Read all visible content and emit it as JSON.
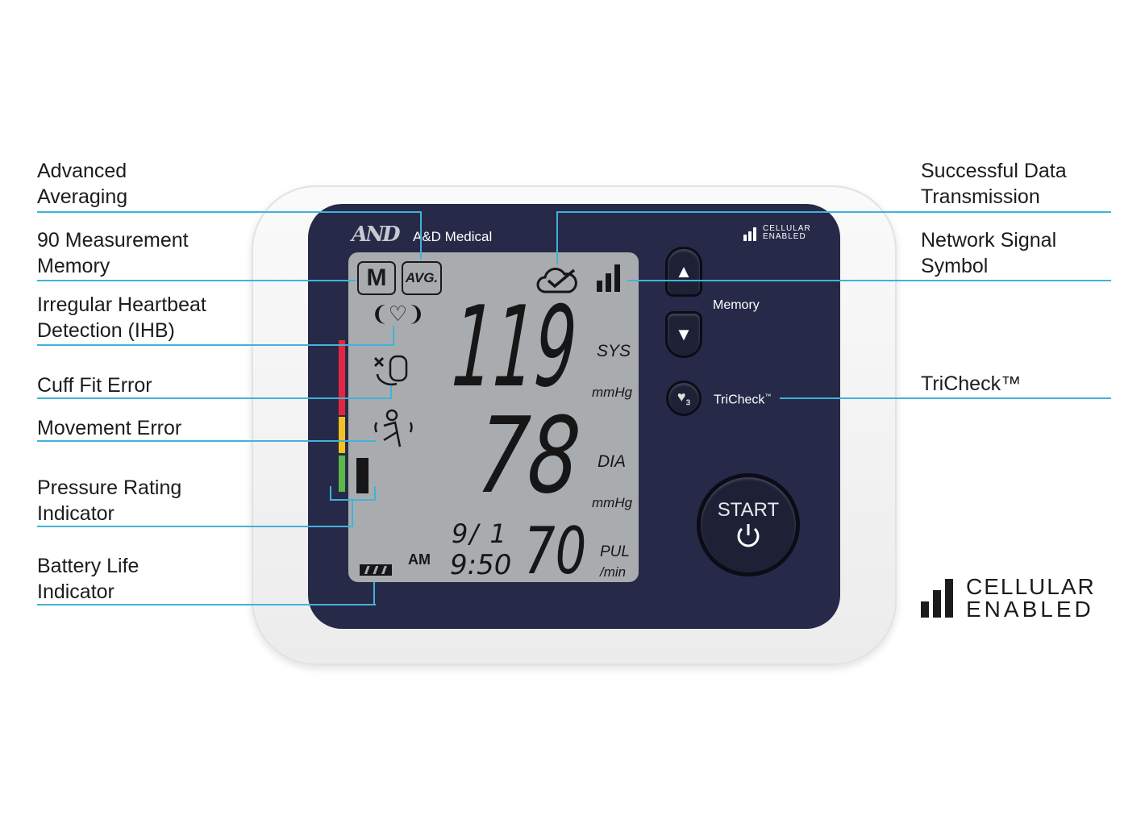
{
  "left_labels": [
    {
      "line1": "Advanced",
      "line2": "Averaging"
    },
    {
      "line1": "90 Measurement",
      "line2": "Memory"
    },
    {
      "line1": "Irregular Heartbeat",
      "line2": "Detection (IHB)"
    },
    {
      "line1": "Cuff Fit Error",
      "line2": ""
    },
    {
      "line1": "Movement Error",
      "line2": ""
    },
    {
      "line1": "Pressure Rating",
      "line2": "Indicator"
    },
    {
      "line1": "Battery Life",
      "line2": "Indicator"
    }
  ],
  "right_labels": [
    {
      "line1": "Successful Data",
      "line2": "Transmission"
    },
    {
      "line1": "Network Signal",
      "line2": "Symbol"
    },
    {
      "line1": "TriCheck™",
      "line2": ""
    }
  ],
  "device": {
    "brand_logo": "AND",
    "brand": "A&D Medical",
    "cellular_small": [
      "CELLULAR",
      "ENABLED"
    ],
    "memory_label": "Memory",
    "tricheck_label": "TriCheck",
    "tm": "™",
    "tricheck_icon_num": "3",
    "start_label": "START",
    "lcd": {
      "m_badge": "M",
      "avg_badge": "AVG.",
      "sys": "119",
      "sys_label": "SYS",
      "sys_unit": "mmHg",
      "dia": "78",
      "dia_label": "DIA",
      "dia_unit": "mmHg",
      "date": "9/ 1",
      "time": "9:50",
      "ampm": "AM",
      "pul": "70",
      "pul_label": "PUL",
      "pul_unit": "/min"
    }
  },
  "cellular_logo": {
    "line1": "CELLULAR",
    "line2": "ENABLED"
  },
  "colors": {
    "line": "#3fb3d9",
    "panel": "#262a48",
    "lcd": "#a9acae",
    "red": "#e3263f",
    "yellow": "#f5c020",
    "green": "#5cb947"
  }
}
